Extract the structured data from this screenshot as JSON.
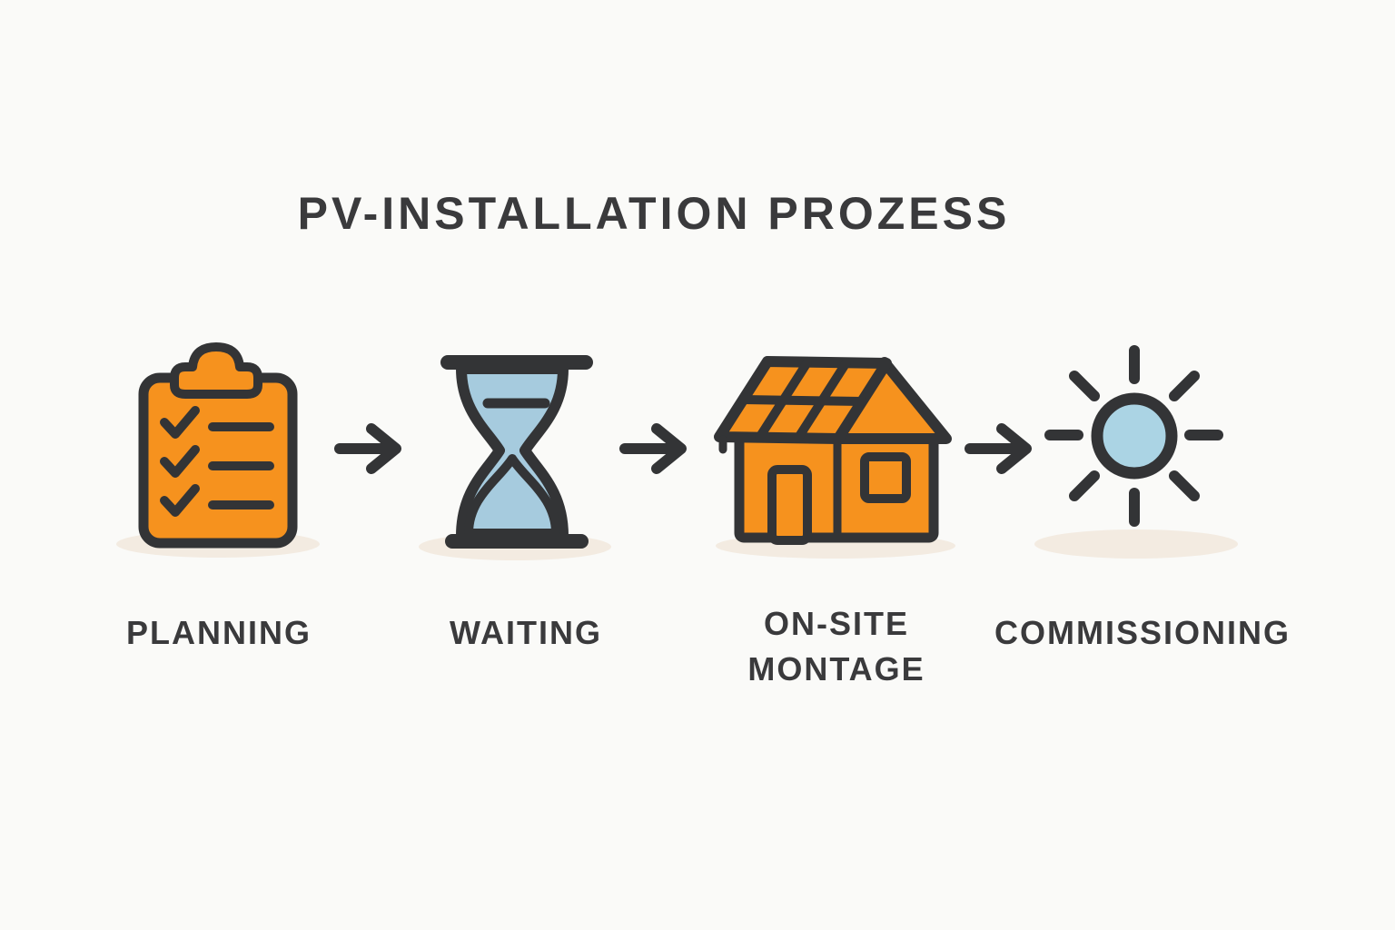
{
  "title": "PV-INSTALLATION PROZESS",
  "steps": [
    {
      "id": "planning",
      "icon": "clipboard-checklist-icon",
      "label_lines": [
        "PLANNING"
      ]
    },
    {
      "id": "waiting",
      "icon": "hourglass-icon",
      "label_lines": [
        "WAITING"
      ]
    },
    {
      "id": "on-site-montage",
      "icon": "house-solar-panels-icon",
      "label_lines": [
        "ON-SITE",
        "MONTAGE"
      ]
    },
    {
      "id": "commissioning",
      "icon": "sun-icon",
      "label_lines": [
        "COMMISSIONING"
      ]
    }
  ],
  "connectors": [
    {
      "type": "arrow-right"
    },
    {
      "type": "arrow-right"
    },
    {
      "type": "arrow-right"
    }
  ],
  "colors": {
    "background": "#FAFAF8",
    "ink": "#333436",
    "orange": "#F6921E",
    "hourglass_blue": "#A6CBDE",
    "sun_blue": "#ABD4E4",
    "shadow": "#F3EBE1",
    "text": "#3A3A3C"
  }
}
